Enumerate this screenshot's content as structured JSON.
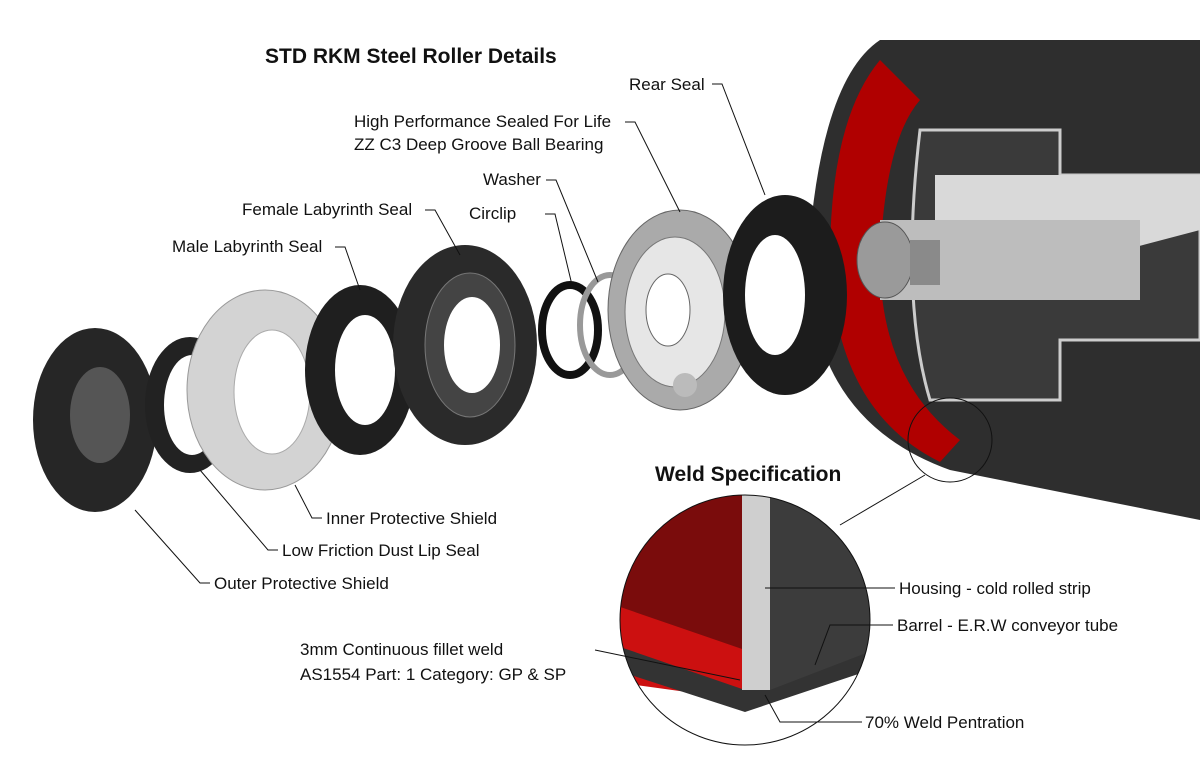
{
  "title": "STD RKM Steel Roller Details",
  "labels": {
    "rear_seal": "Rear Seal",
    "bearing_line1": "High Performance Sealed For Life",
    "bearing_line2": "ZZ C3 Deep Groove Ball Bearing",
    "washer": "Washer",
    "female_labyrinth": "Female Labyrinth Seal",
    "circlip": "Circlip",
    "male_labyrinth": "Male Labyrinth Seal",
    "inner_shield": "Inner Protective Shield",
    "dust_lip_seal": "Low Friction Dust Lip Seal",
    "outer_shield": "Outer Protective Shield"
  },
  "weld": {
    "title": "Weld Specification",
    "housing": "Housing - cold rolled strip",
    "barrel": "Barrel - E.R.W conveyor tube",
    "fillet_line1": "3mm Continuous fillet weld",
    "fillet_line2": "AS1554 Part: 1 Category: GP & SP",
    "penetration": "70% Weld Pentration"
  },
  "colors": {
    "red": "#b00000",
    "dark": "#2b2b2b",
    "grey": "#c8c8c8"
  }
}
